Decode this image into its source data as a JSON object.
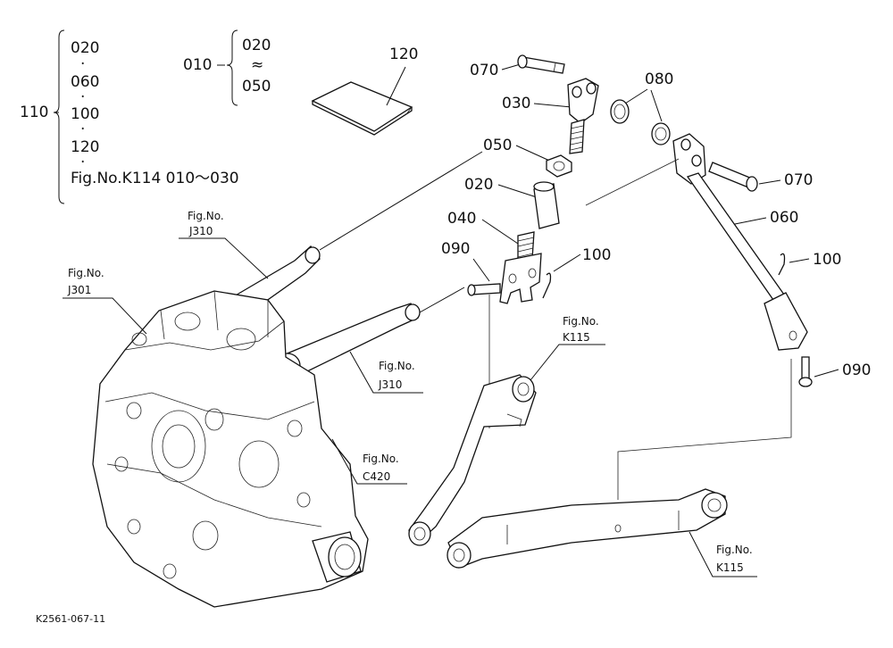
{
  "legend": {
    "group_110": {
      "label": "110",
      "items": [
        "020",
        "060",
        "100",
        "120",
        "Fig.No.K114  010〜030"
      ],
      "separator": "·"
    },
    "group_010": {
      "label": "010",
      "from": "020",
      "tilde": "≈",
      "to": "050"
    }
  },
  "callouts": {
    "p120": "120",
    "p070_top": "070",
    "p030": "030",
    "p080": "080",
    "p050": "050",
    "p020": "020",
    "p070_right": "070",
    "p060": "060",
    "p040": "040",
    "p090_left": "090",
    "p100_left": "100",
    "p100_right": "100",
    "p090_right": "090"
  },
  "references": {
    "j310_top": {
      "line1": "Fig.No.",
      "line2": "J310"
    },
    "j301": {
      "line1": "Fig.No.",
      "line2": "J301"
    },
    "k115_top": {
      "line1": "Fig.No.",
      "line2": "K115"
    },
    "j310_mid": {
      "line1": "Fig.No.",
      "line2": "J310"
    },
    "c420": {
      "line1": "Fig.No.",
      "line2": "C420"
    },
    "k115_bottom": {
      "line1": "Fig.No.",
      "line2": "K115"
    }
  },
  "drawing_code": "K2561-067-11"
}
